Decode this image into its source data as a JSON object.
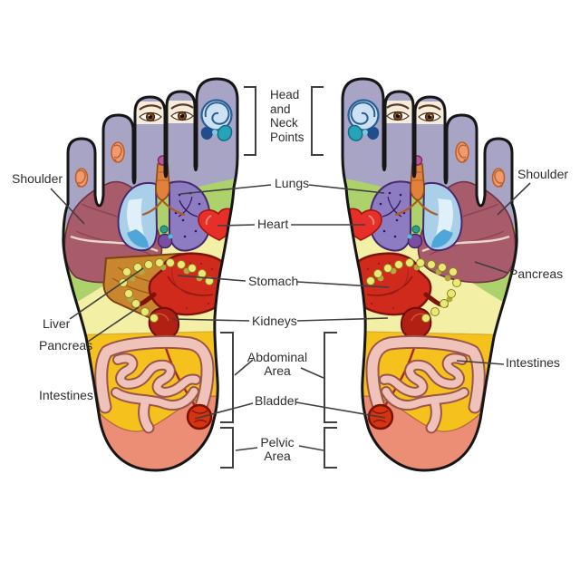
{
  "background_color": "#ffffff",
  "text_color": "#2e2e2e",
  "line_color": "#3f3f3f",
  "labels": {
    "head_neck": [
      "Head",
      "and",
      "Neck",
      "Points"
    ],
    "shoulder_left": "Shoulder",
    "shoulder_right": "Shoulder",
    "lungs": "Lungs",
    "heart": "Heart",
    "stomach": "Stomach",
    "kidneys": "Kidneys",
    "liver": "Liver",
    "pancreas_left": "Pancreas",
    "pancreas_right": "Pancreas",
    "intestines_left": "Intestines",
    "intestines_right": "Intestines",
    "abdominal_area": [
      "Abdominal",
      "Area"
    ],
    "bladder": "Bladder",
    "pelvic_area": [
      "Pelvic",
      "Area"
    ]
  },
  "zones": [
    {
      "name": "toes-head-neck-zone",
      "color": "#a8a4c6"
    },
    {
      "name": "ball-chest-zone",
      "color": "#aed26b"
    },
    {
      "name": "upper-abdomen-zone",
      "color": "#f3f0a6"
    },
    {
      "name": "lower-abdomen-zone",
      "color": "#f5c21d"
    },
    {
      "name": "heel-pelvic-zone",
      "color": "#eb8e75"
    }
  ],
  "organ_icons": [
    "brain-icon",
    "eye-icon",
    "ear-icon",
    "shoulder-muscle",
    "lungs",
    "heart",
    "liver",
    "pancreas",
    "stomach",
    "kidney",
    "intestines",
    "bladder"
  ],
  "organ_colors": {
    "shoulder": "#a85b6b",
    "lungs_left_lobe": "#aacfe9",
    "lungs_right_lobe": "#8d7cc2",
    "heart": "#e62f28",
    "liver": "#c9862f",
    "pancreas": "#eae878",
    "stomach": "#cf2a1c",
    "kidney": "#b22014",
    "intestines": "#f0c3ba",
    "bladder": "#d5350e",
    "ear": "#f09a6e",
    "brain": "#c8dff0",
    "outline": "#161616"
  }
}
